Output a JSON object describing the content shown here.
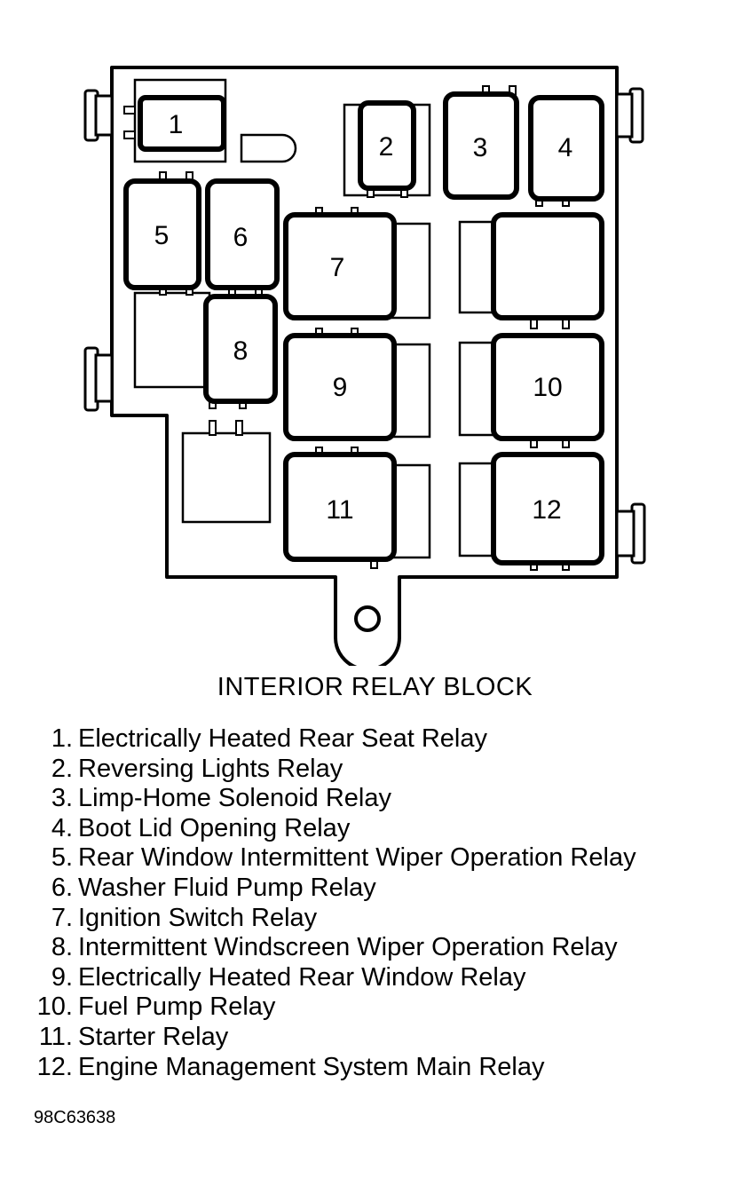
{
  "title": "INTERIOR RELAY BLOCK",
  "diagram_code": "98C63638",
  "relays": [
    {
      "number": "1",
      "name": "Electrically Heated Rear Seat Relay"
    },
    {
      "number": "2",
      "name": "Reversing Lights Relay"
    },
    {
      "number": "3",
      "name": "Limp-Home Solenoid Relay"
    },
    {
      "number": "4",
      "name": "Boot Lid Opening Relay"
    },
    {
      "number": "5",
      "name": "Rear Window Intermittent Wiper Operation Relay"
    },
    {
      "number": "6",
      "name": "Washer Fluid Pump Relay"
    },
    {
      "number": "7",
      "name": "Ignition Switch Relay"
    },
    {
      "number": "8",
      "name": "Intermittent Windscreen Wiper Operation Relay"
    },
    {
      "number": "9",
      "name": "Electrically Heated Rear Window Relay"
    },
    {
      "number": "10",
      "name": "Fuel Pump Relay"
    },
    {
      "number": "11",
      "name": "Starter Relay"
    },
    {
      "number": "12",
      "name": "Engine Management System Main Relay"
    }
  ]
}
